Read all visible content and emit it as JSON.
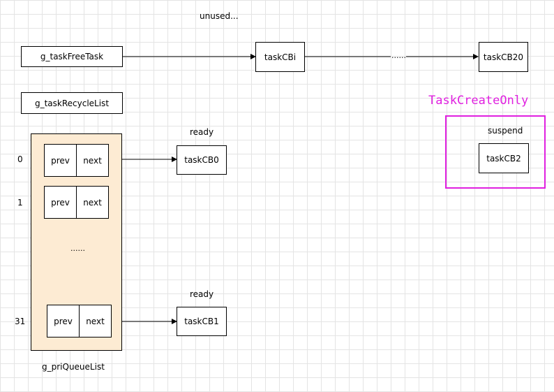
{
  "labels": {
    "unused": "unused...",
    "free_task": "g_taskFreeTask",
    "task_cbi": "taskCBi",
    "dots_top": "......",
    "task_cb20": "taskCB20",
    "recycle_list": "g_taskRecycleList",
    "ready_1": "ready",
    "ready_2": "ready",
    "task_cb0": "taskCB0",
    "task_cb1": "taskCB1",
    "dots_mid": "......",
    "pri_queue_list": "g_priQueueList",
    "task_create_only": "TaskCreateOnly",
    "suspend": "suspend",
    "task_cb2": "taskCB2"
  },
  "queue_rows": [
    {
      "index": "0",
      "prev": "prev",
      "next": "next"
    },
    {
      "index": "1",
      "prev": "prev",
      "next": "next"
    },
    {
      "index": "31",
      "prev": "prev",
      "next": "next"
    }
  ],
  "colors": {
    "queue_fill": "#fdebd3",
    "highlight": "#e020e0",
    "grid": "#e4e4e4"
  }
}
